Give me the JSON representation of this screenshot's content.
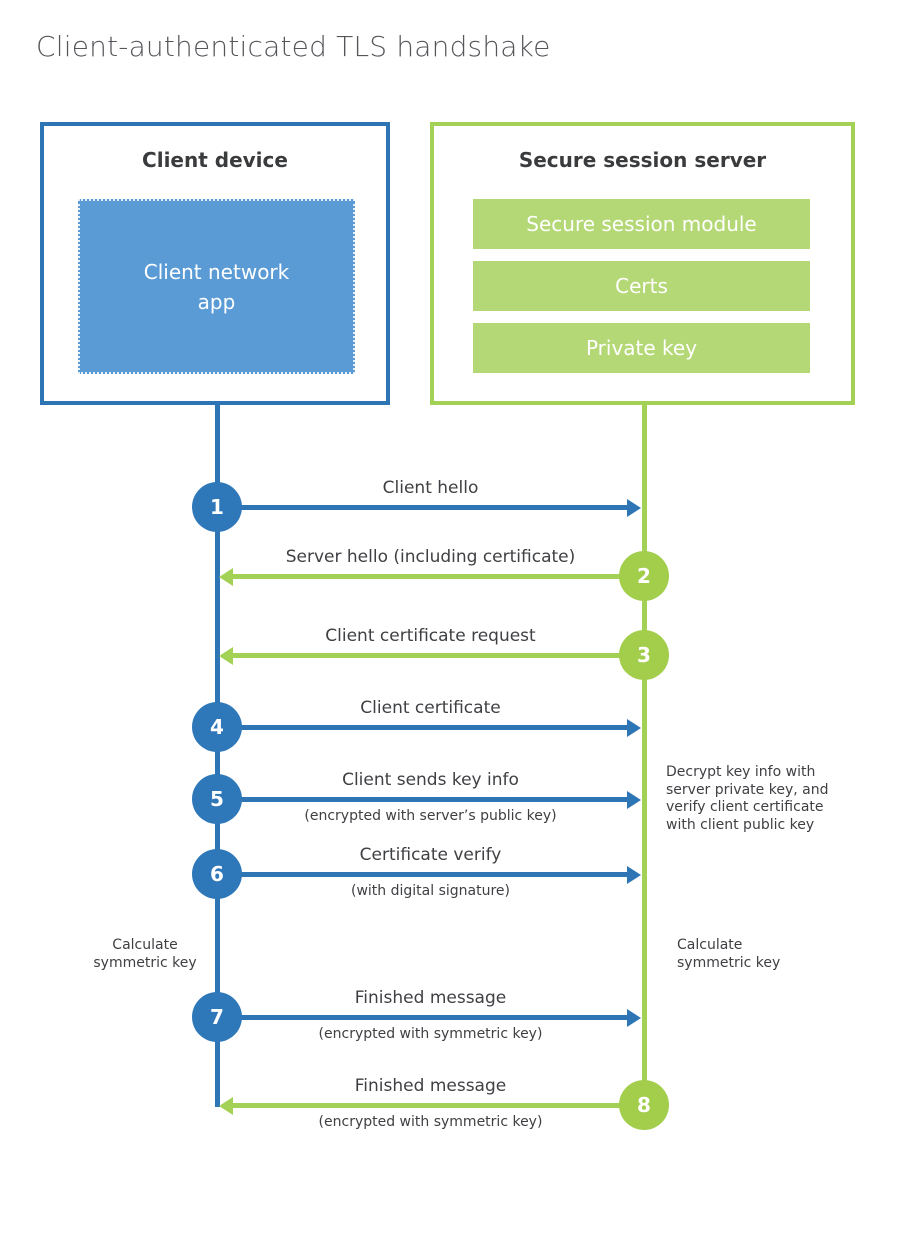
{
  "title": "Client-authenticated TLS handshake",
  "colors": {
    "blue_border": "#2e75b6",
    "blue_fill": "#5b9bd5",
    "green_border": "#a3d155",
    "green_fill": "#b4d876",
    "text_dark": "#3f4043",
    "title_gray": "#54565a"
  },
  "client": {
    "title": "Client device",
    "app_label": "Client network\napp"
  },
  "server": {
    "title": "Secure session server",
    "modules": [
      "Secure session module",
      "Certs",
      "Private key"
    ]
  },
  "steps": [
    {
      "num": "1",
      "label": "Client hello",
      "sub": "",
      "direction": "right",
      "color": "blue"
    },
    {
      "num": "2",
      "label": "Server hello (including certificate)",
      "sub": "",
      "direction": "left",
      "color": "green"
    },
    {
      "num": "3",
      "label": "Client certificate request",
      "sub": "",
      "direction": "left",
      "color": "green"
    },
    {
      "num": "4",
      "label": "Client certificate",
      "sub": "",
      "direction": "right",
      "color": "blue"
    },
    {
      "num": "5",
      "label": "Client sends key info",
      "sub": "(encrypted with server’s public key)",
      "direction": "right",
      "color": "blue"
    },
    {
      "num": "6",
      "label": "Certificate verify",
      "sub": "(with digital signature)",
      "direction": "right",
      "color": "blue"
    },
    {
      "num": "7",
      "label": "Finished message",
      "sub": "(encrypted with symmetric key)",
      "direction": "right",
      "color": "blue"
    },
    {
      "num": "8",
      "label": "Finished message",
      "sub": "(encrypted with symmetric key)",
      "direction": "left",
      "color": "green"
    }
  ],
  "notes": {
    "decrypt": "Decrypt key info with\nserver private key, and\nverify client certificate\nwith client public key",
    "calc_left": "Calculate\nsymmetric key",
    "calc_right": "Calculate\nsymmetric key"
  }
}
